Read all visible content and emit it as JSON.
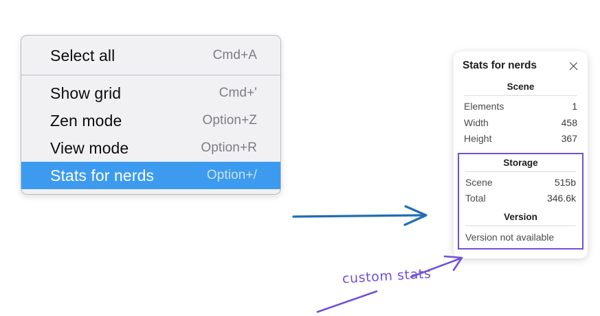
{
  "canvas": {
    "background": "#ffffff",
    "accent_blue": "#3d9bef",
    "accent_purple": "#6f4fd8",
    "arrow_blue": "#1f6eb4"
  },
  "context_menu": {
    "groups": [
      {
        "items": [
          {
            "label": "Select all",
            "shortcut": "Cmd+A",
            "selected": false
          }
        ]
      },
      {
        "items": [
          {
            "label": "Show grid",
            "shortcut": "Cmd+'",
            "selected": false
          },
          {
            "label": "Zen mode",
            "shortcut": "Option+Z",
            "selected": false
          },
          {
            "label": "View mode",
            "shortcut": "Option+R",
            "selected": false
          },
          {
            "label": "Stats for nerds",
            "shortcut": "Option+/",
            "selected": true
          }
        ]
      }
    ]
  },
  "stats_panel": {
    "title": "Stats for nerds",
    "close_icon": "close-icon",
    "scene": {
      "heading": "Scene",
      "rows": [
        {
          "label": "Elements",
          "value": "1"
        },
        {
          "label": "Width",
          "value": "458"
        },
        {
          "label": "Height",
          "value": "367"
        }
      ]
    },
    "storage": {
      "heading": "Storage",
      "rows": [
        {
          "label": "Scene",
          "value": "515b"
        },
        {
          "label": "Total",
          "value": "346.6k"
        }
      ]
    },
    "version": {
      "heading": "Version",
      "text": "Version not available"
    }
  },
  "annotations": {
    "custom_stats_label": "custom stats",
    "blue_arrow": "arrow-menu-to-panel",
    "purple_arrow": "arrow-label-to-region"
  }
}
